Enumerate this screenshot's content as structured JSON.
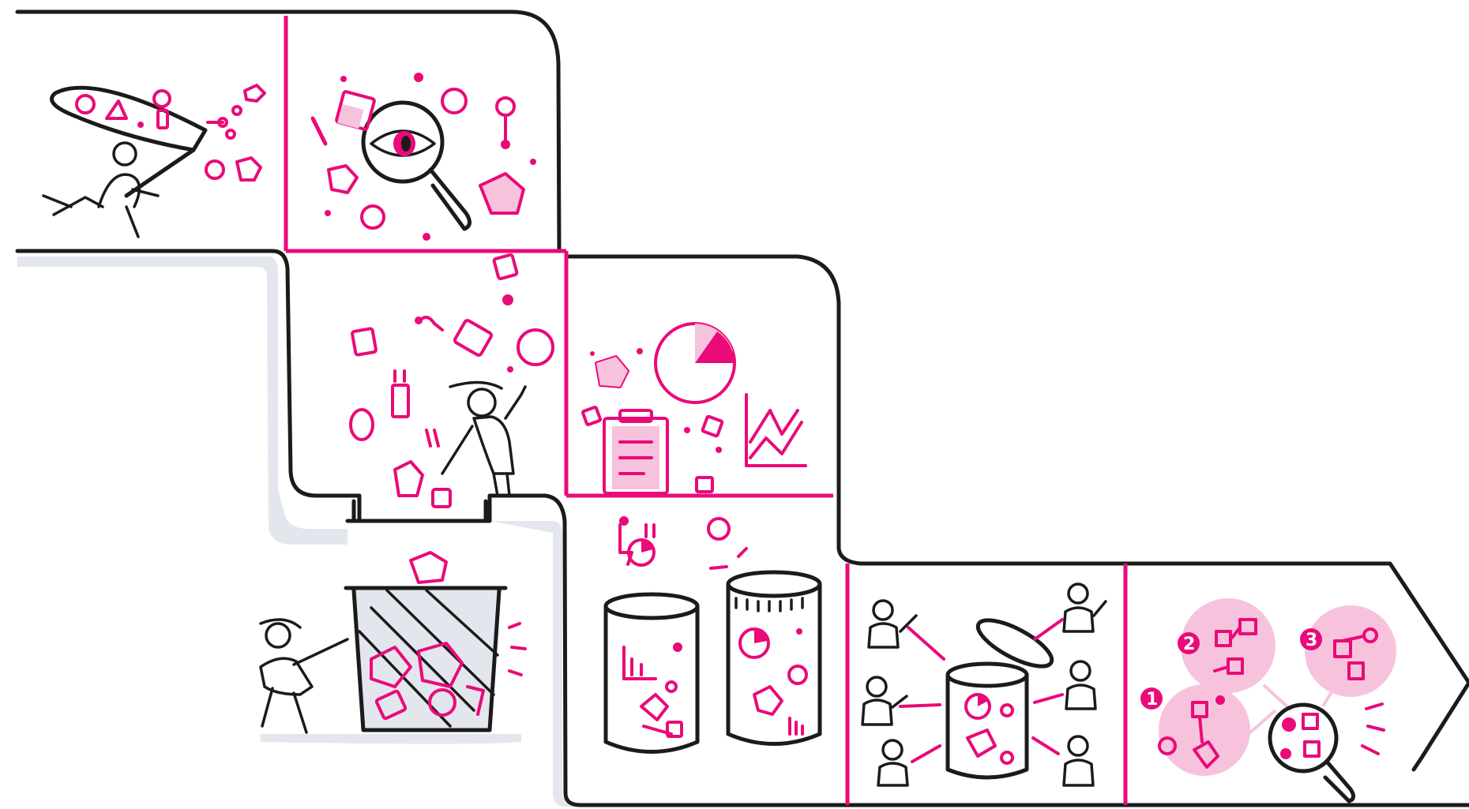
{
  "colors": {
    "accent": "#ea0a78",
    "accent_soft": "#f7c3dc",
    "ink": "#1b1b1b",
    "shadow": "#e4e6ee",
    "background": "#ffffff"
  },
  "panels": [
    {
      "id": "collect",
      "icons": [
        "net-icon",
        "person-icon",
        "shape-icons"
      ]
    },
    {
      "id": "inspect",
      "icons": [
        "magnifier-icon",
        "eye-icon",
        "shape-icons"
      ]
    },
    {
      "id": "sort",
      "icons": [
        "person-icon",
        "shape-icons",
        "funnel-icon"
      ]
    },
    {
      "id": "discard",
      "icons": [
        "trash-bin-icon",
        "person-icon"
      ]
    },
    {
      "id": "analyze",
      "icons": [
        "pie-chart-icon",
        "clipboard-icon",
        "line-chart-icon"
      ]
    },
    {
      "id": "store",
      "icons": [
        "database-jar-icon",
        "database-jar-icon"
      ]
    },
    {
      "id": "share",
      "icons": [
        "person-icon",
        "database-jar-icon"
      ]
    },
    {
      "id": "discover",
      "icons": [
        "network-bubble-icon",
        "magnifier-icon"
      ]
    }
  ],
  "bubble_numbers": [
    "1",
    "2",
    "3"
  ]
}
